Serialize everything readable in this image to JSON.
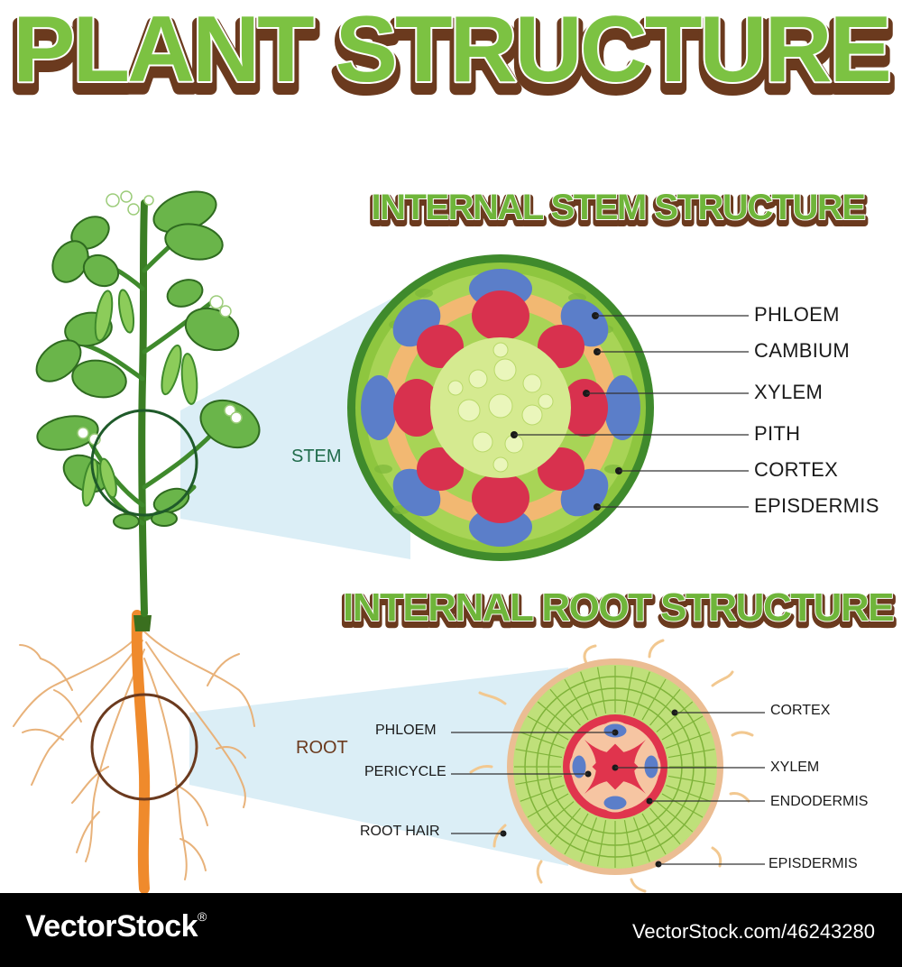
{
  "title": "PLANT STRUCTURE",
  "stem_section": {
    "heading": "INTERNAL STEM STRUCTURE",
    "tag": "STEM",
    "labels": [
      "PHLOEM",
      "CAMBIUM",
      "XYLEM",
      "PITH",
      "CORTEX",
      "EPISDERMIS"
    ]
  },
  "root_section": {
    "heading": "INTERNAL ROOT STRUCTURE",
    "tag": "ROOT",
    "left_labels": [
      "PHLOEM",
      "PERICYCLE",
      "ROOT HAIR"
    ],
    "right_labels": [
      "CORTEX",
      "XYLEM",
      "ENDODERMIS",
      "EPISDERMIS"
    ]
  },
  "footer": {
    "brand": "VectorStock",
    "registered": "®",
    "url": "VectorStock.com/46243280"
  },
  "colors": {
    "title_green": "#7cc242",
    "title_shadow": "#6b3a1e",
    "stem_ring": "#3f8a2c",
    "phloem_blue": "#5b7ec9",
    "xylem_red": "#d8314e",
    "cambium_orange": "#f2b872",
    "pith_green": "#d5ea90",
    "root_outline": "#6b3a1e",
    "callout_bg": "#d7ecf5",
    "footer_bg": "#000000"
  }
}
